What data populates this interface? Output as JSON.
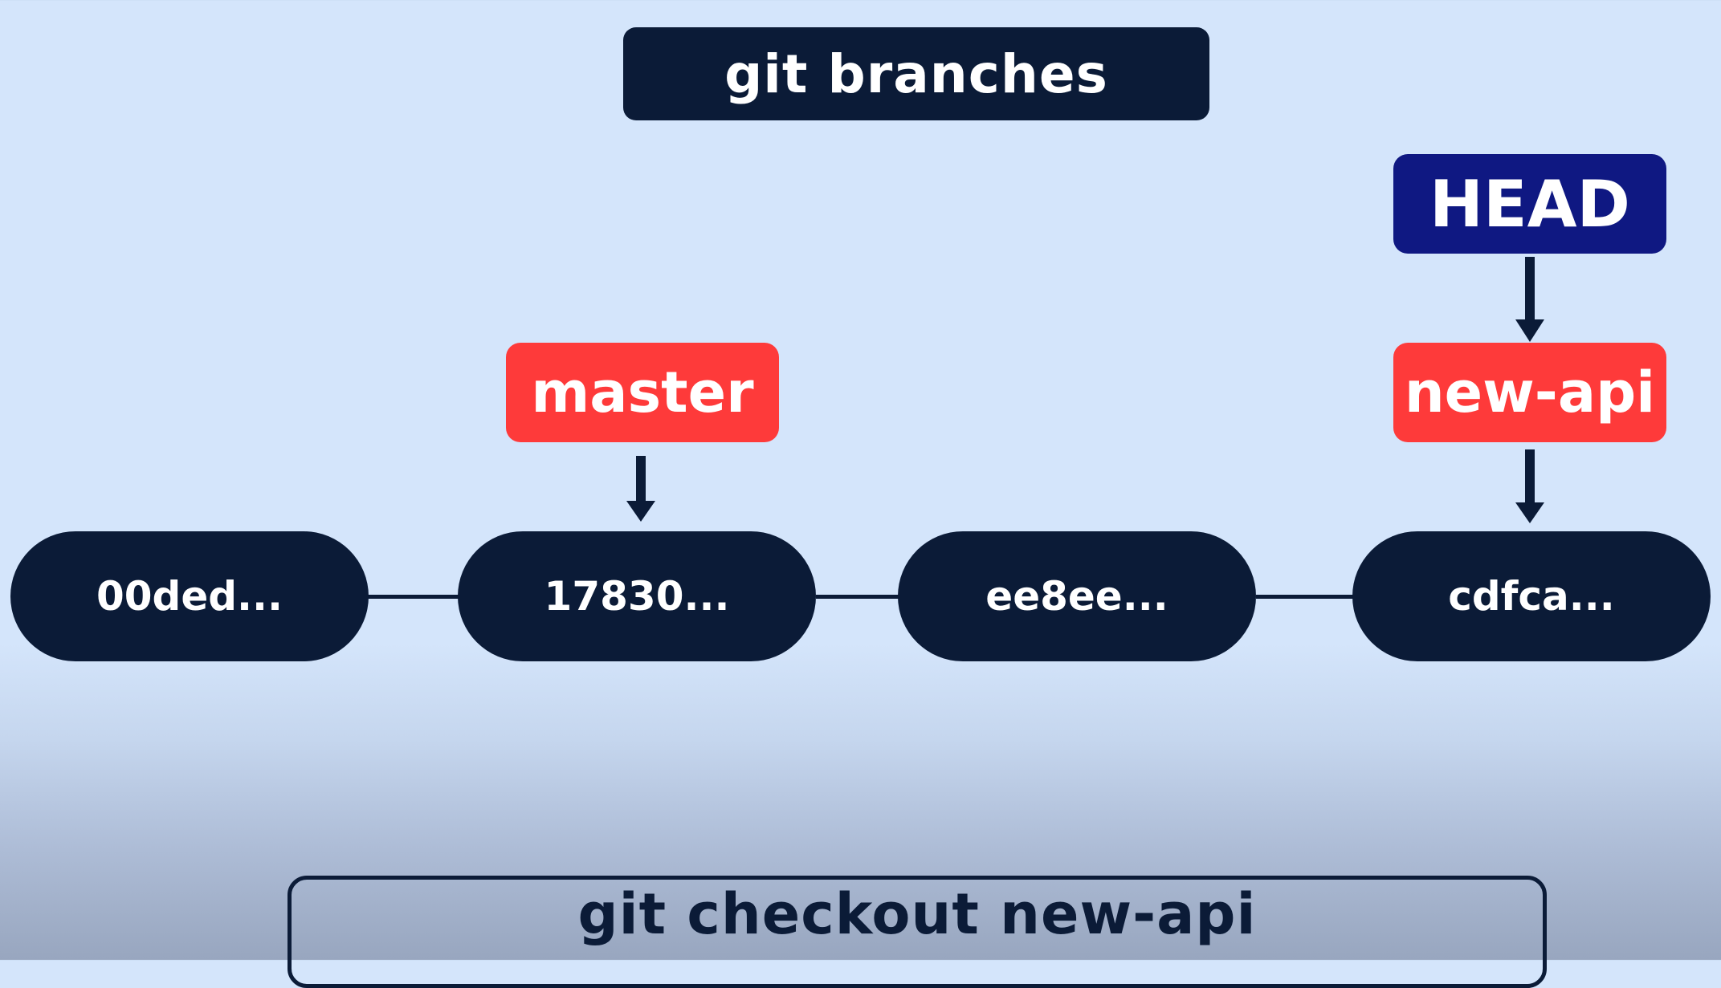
{
  "title": "git branches",
  "head": {
    "label": "HEAD"
  },
  "branches": [
    {
      "label": "master"
    },
    {
      "label": "new-api"
    }
  ],
  "commits": [
    {
      "hash": "00ded..."
    },
    {
      "hash": "17830..."
    },
    {
      "hash": "ee8ee..."
    },
    {
      "hash": "cdfca..."
    }
  ],
  "command": "git checkout new-api",
  "colors": {
    "node": "#0b1b37",
    "branch": "#fe3a3a",
    "head": "#0f1882",
    "background": "#d4e5fb"
  }
}
